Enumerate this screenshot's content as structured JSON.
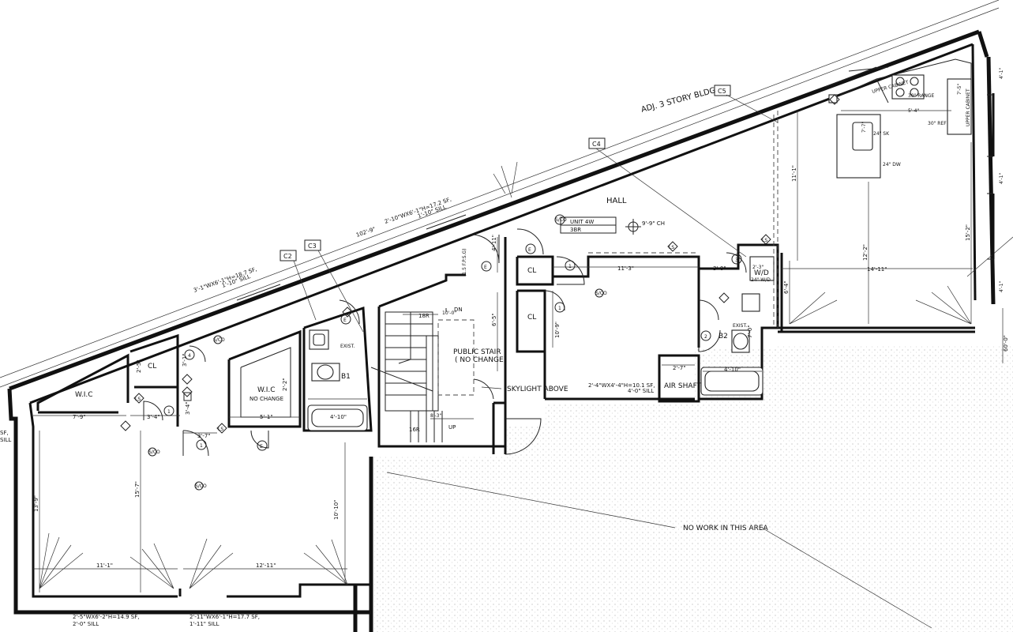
{
  "building": {
    "adjacent_label": "ADJ. 3 STORY BLDG",
    "hall_label": "HALL",
    "unit_name": "UNIT 4W",
    "unit_type": "3BR",
    "ceiling_height": "9'-9\" CH",
    "no_work_label": "NO WORK IN THIS AREA",
    "skylight_label": "SKYLIGHT ABOVE",
    "airshaft_label": "AIR SHAFT",
    "stair_label_1": "PUBLIC STAIR",
    "stair_label_2": "( NO CHANGE)",
    "stair_dn": "DN",
    "stair_up": "UP",
    "stair_18r": "18R",
    "stair_16r": "16R",
    "stair_len": "10'-0\"",
    "stair_dim_bottom": "8'-3\"",
    "ftg_note": "(1.5 F.P.S.G)"
  },
  "rooms": {
    "wic_1": "W.I.C",
    "wic_2": "W.I.C",
    "wic_2_note": "NO CHANGE",
    "cl_1": "CL",
    "cl_2": "CL",
    "cl_3": "CL",
    "b1": "B1",
    "b2": "B2",
    "wd": "W/D",
    "wd_dim": "2'-3\"",
    "wd_note": "24\" W/D"
  },
  "kitchen": {
    "upper_cabinet_1": "UPPER CABINET",
    "upper_cabinet_2": "UPPER CABINET",
    "range": "30\" RANGE",
    "ref": "30\" REF",
    "sink": "24\" SK",
    "dw": "24\" DW",
    "dim_5_4": "5'-4\"",
    "dim_7_7": "7'-7\"",
    "dim_7_5": "7'-5\""
  },
  "tags": {
    "c2": "C2",
    "c3": "C3",
    "c4": "C4",
    "c5": "C5",
    "e": "E",
    "ls": "LS",
    "num1": "1",
    "num2": "2",
    "num3": "3",
    "num4": "4",
    "scd": "S/CO",
    "exist": "EXIST."
  },
  "windows": {
    "w1": "2'-10\"WX6'-1\"H=17.2 SF,",
    "w1_sill": "1'-10\" SILL",
    "w2": "3'-1\"WX6'-1\"H=18.7 SF,",
    "w2_sill": "1'-10\" SILL",
    "w3": "2'-5\"WX6'-2\"H=14.9 SF,",
    "w3_sill": "2'-0\" SILL",
    "w4": "2'-11\"WX6'-1\"H=17.7 SF,",
    "w4_sill": "1'-11\" SILL",
    "w5": "2'-4\"WX4'-4\"H=10.1 SF,",
    "w5_sill": "4'-0\" SILL",
    "left_edge": "SF,",
    "left_edge_sill": "SILL",
    "right_1": "4'-1\"",
    "right_2": "4'-1\"",
    "right_3": "4'-1\""
  },
  "dims": {
    "d_102_9": "102'-9\"",
    "d_7_9": "7'-9\"",
    "d_3_4a": "3'-4\"",
    "d_3_4b": "3'-4\"",
    "d_3_7": "3'-7\"",
    "d_5_1": "5'-1\"",
    "d_4_10a": "4'-10\"",
    "d_4_10b": "4'-10\"",
    "d_2_5": "2'-5\"",
    "d_3_1": "3'-1\"",
    "d_13_9": "13'-9\"",
    "d_15_7": "15'-7\"",
    "d_11_1": "11'-1\"",
    "d_12_11": "12'-11\"",
    "d_10_10": "10'-10\"",
    "d_11_3": "11'-3\"",
    "d_10_9": "10'-9\"",
    "d_4_11": "4'-11\"",
    "d_6_5": "6'-5\"",
    "d_3_0": "3'-0\"",
    "d_6_4": "6'-4\"",
    "d_14_11": "14'-11\"",
    "d_11_1b": "11'-1\"",
    "d_12_2": "12'-2\"",
    "d_15_2": "15'-2\"",
    "d_60_0": "60'-0\"",
    "d_2_7": "2'-7\"",
    "d_2_2": "2'-2\"",
    "d_7_0": "7'-0\""
  }
}
